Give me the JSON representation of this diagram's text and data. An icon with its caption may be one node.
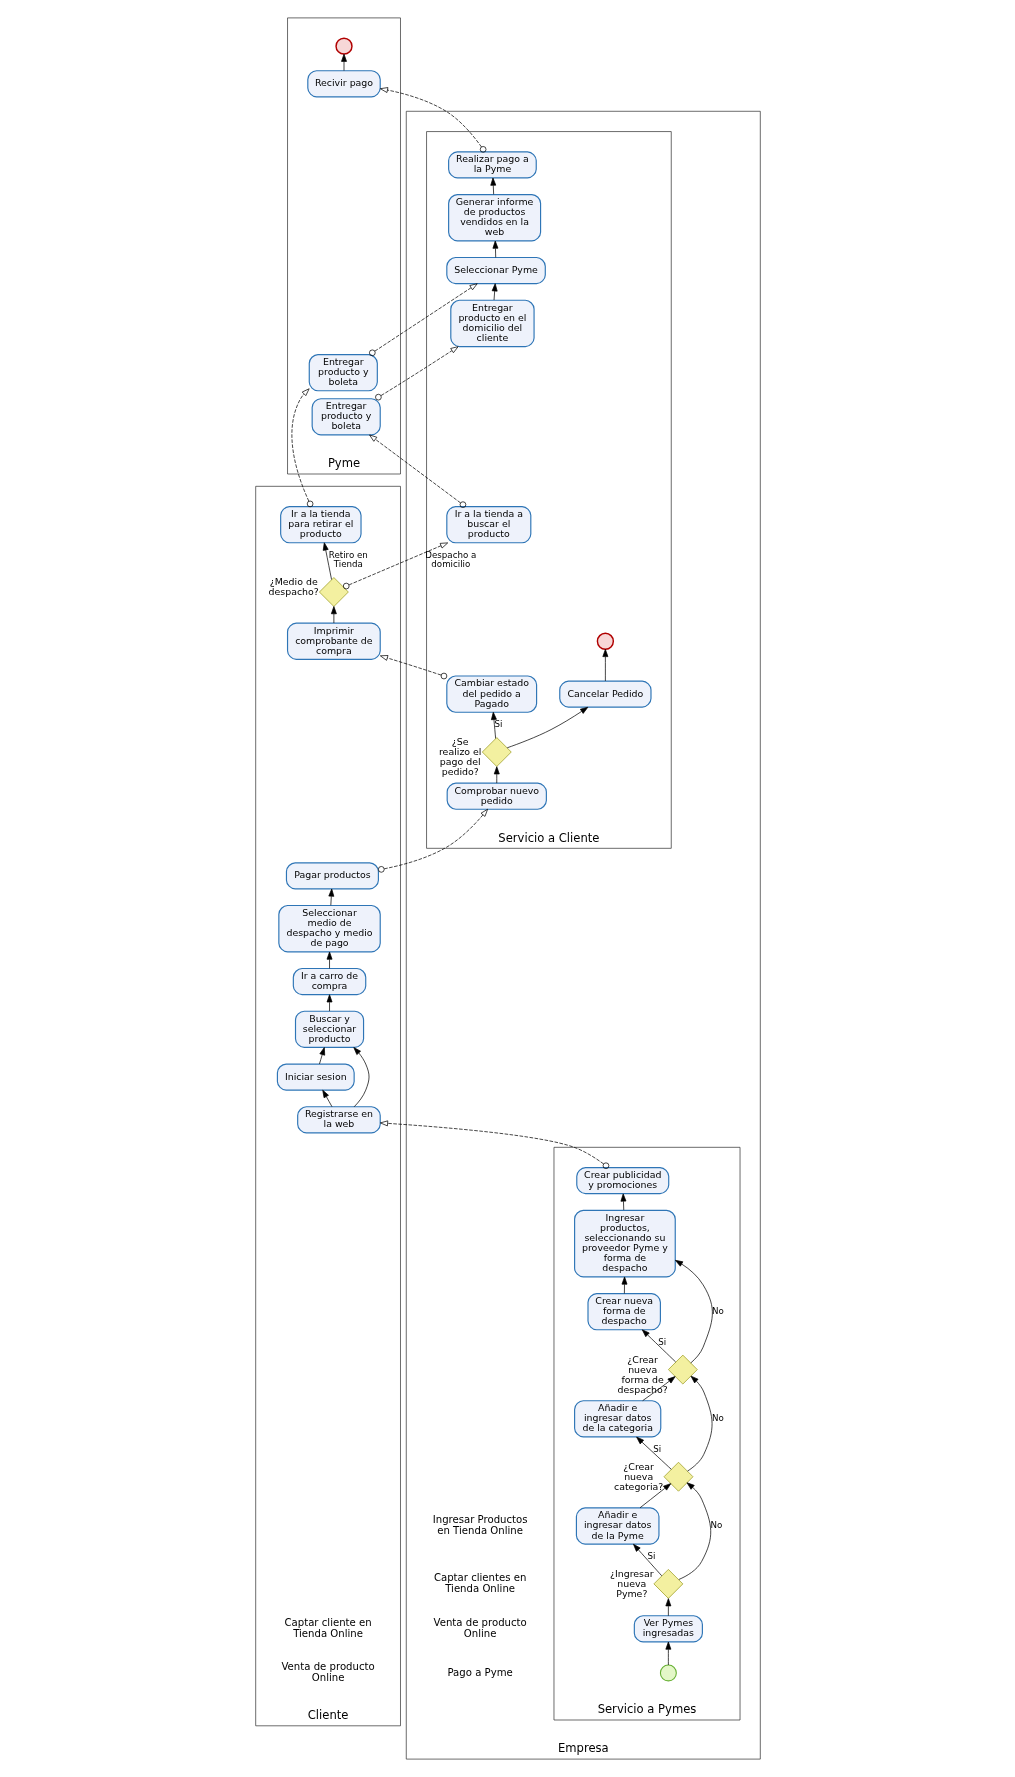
{
  "diagram": {
    "nodes": [
      {
        "text": [
          "Pyme"
        ]
      },
      {
        "text": [
          "Empresa"
        ]
      },
      {
        "text": [
          "Servicio a Pymes"
        ],
        "in": 1
      },
      {
        "text": [
          "Servicio a Cliente"
        ],
        "in": 1
      },
      {
        "text": [
          "Cliente"
        ]
      },
      {
        "text": [],
        "shape": "circle",
        "in": 0
      },
      {
        "text": [
          "Recivir pago"
        ],
        "in": 0
      },
      {
        "text": [
          "Entregar producto y boleta"
        ],
        "in": 0
      },
      {
        "text": [
          "Entregar producto y boleta"
        ],
        "in": 0
      },
      {
        "text": [],
        "shape": "circle",
        "in": 2
      },
      {
        "text": [
          "Ver Pymes ingresadas"
        ],
        "in": 2
      },
      {
        "text": [],
        "shape": "diamond",
        "in": 2,
        "beside": [
          "¿Ingresar nueva Pyme?"
        ]
      },
      {
        "text": [
          "Añadir e ingresar datos de la Pyme"
        ],
        "in": 2
      },
      {
        "text": [],
        "shape": "diamond",
        "in": 2,
        "beside": [
          "¿Crear nueva categoria?"
        ]
      },
      {
        "text": [
          "Añadir e ingresar datos de la categoria"
        ],
        "in": 2
      },
      {
        "text": [],
        "shape": "diamond",
        "in": 2,
        "beside": [
          "¿Crear nueva forma de despacho?"
        ]
      },
      {
        "text": [
          "Crear nueva forma de despacho"
        ],
        "in": 2
      },
      {
        "text": [
          "Ingresar productos, seleccionando su proveedor Pyme y forma de despacho"
        ],
        "in": 2
      },
      {
        "text": [
          "Crear publicidad y promociones"
        ],
        "in": 2
      },
      {
        "text": [
          "Comprobar nuevo pedido"
        ],
        "in": 3
      },
      {
        "text": [],
        "shape": "diamond",
        "in": 3,
        "beside": [
          "¿Se realizo el pago del pedido?"
        ]
      },
      {
        "text": [
          "Cancelar Pedido"
        ],
        "in": 3
      },
      {
        "text": [],
        "shape": "circle",
        "in": 3
      },
      {
        "text": [
          "Cambiar estado del pedido a Pagado"
        ],
        "in": 3
      },
      {
        "text": [
          "Ir a la tienda a buscar el producto"
        ],
        "in": 3
      },
      {
        "text": [
          "Entregar producto en el domicilio del cliente"
        ],
        "in": 3
      },
      {
        "text": [
          "Seleccionar Pyme"
        ],
        "in": 3
      },
      {
        "text": [
          "Generar informe de productos vendidos en la web"
        ],
        "in": 3
      },
      {
        "text": [
          "Realizar pago a la Pyme"
        ],
        "in": 3
      },
      {
        "text": [
          "Registrarse en la web"
        ],
        "in": 4
      },
      {
        "text": [
          "Iniciar sesion"
        ],
        "in": 4
      },
      {
        "text": [
          "Buscar y seleccionar producto"
        ],
        "in": 4
      },
      {
        "text": [
          "Ir a carro de compra"
        ],
        "in": 4
      },
      {
        "text": [
          "Seleccionar medio de despacho y medio de pago"
        ],
        "in": 4
      },
      {
        "text": [
          "Pagar productos"
        ],
        "in": 4
      },
      {
        "text": [
          "Imprimir comprobante de compra"
        ],
        "in": 4
      },
      {
        "text": [],
        "shape": "diamond",
        "in": 4,
        "beside": [
          "¿Medio de despacho?"
        ]
      },
      {
        "text": [
          "Ir a la tienda para retirar el producto"
        ],
        "in": 4
      }
    ],
    "edges": [
      {
        "from": 9,
        "to": 10,
        "arrow": "to"
      },
      {
        "from": 10,
        "to": 11,
        "arrow": "to"
      },
      {
        "from": 11,
        "to": 12,
        "arrow": "to",
        "label": "Si"
      },
      {
        "from": 11,
        "to": 13,
        "arrow": "to",
        "label": "No"
      },
      {
        "from": 12,
        "to": 13,
        "arrow": "to"
      },
      {
        "from": 13,
        "to": 14,
        "arrow": "to",
        "label": "Si"
      },
      {
        "from": 13,
        "to": 15,
        "arrow": "to",
        "label": "No"
      },
      {
        "from": 14,
        "to": 15,
        "arrow": "to"
      },
      {
        "from": 15,
        "to": 16,
        "arrow": "to",
        "label": "Si"
      },
      {
        "from": 15,
        "to": 17,
        "arrow": "to",
        "label": "No"
      },
      {
        "from": 16,
        "to": 17,
        "arrow": "to"
      },
      {
        "from": 17,
        "to": 18,
        "arrow": "to"
      },
      {
        "from": 18,
        "to": 29,
        "arrow": "to",
        "style": "dashed"
      },
      {
        "from": 29,
        "to": 30,
        "arrow": "to"
      },
      {
        "from": 29,
        "to": 31,
        "arrow": "to"
      },
      {
        "from": 30,
        "to": 31,
        "arrow": "to"
      },
      {
        "from": 31,
        "to": 32,
        "arrow": "to"
      },
      {
        "from": 32,
        "to": 33,
        "arrow": "to"
      },
      {
        "from": 33,
        "to": 34,
        "arrow": "to"
      },
      {
        "from": 34,
        "to": 19,
        "arrow": "to",
        "style": "dashed"
      },
      {
        "from": 19,
        "to": 20,
        "arrow": "to"
      },
      {
        "from": 20,
        "to": 21,
        "arrow": "to"
      },
      {
        "from": 20,
        "to": 23,
        "arrow": "to",
        "label": "Si"
      },
      {
        "from": 21,
        "to": 22,
        "arrow": "to"
      },
      {
        "from": 23,
        "to": 35,
        "arrow": "to",
        "style": "dashed"
      },
      {
        "from": 35,
        "to": 36,
        "arrow": "to"
      },
      {
        "from": 36,
        "to": 24,
        "arrow": "to",
        "style": "dashed",
        "label": "Despacho a domicilio"
      },
      {
        "from": 36,
        "to": 37,
        "arrow": "to",
        "label": "Retiro en Tienda"
      },
      {
        "from": 24,
        "to": 8,
        "arrow": "to",
        "style": "dashed"
      },
      {
        "from": 8,
        "to": 25,
        "arrow": "to",
        "style": "dashed"
      },
      {
        "from": 37,
        "to": 7,
        "arrow": "to",
        "style": "dashed"
      },
      {
        "from": 25,
        "to": 26,
        "arrow": "to"
      },
      {
        "from": 7,
        "to": 26,
        "arrow": "to",
        "style": "dashed"
      },
      {
        "from": 26,
        "to": 27,
        "arrow": "to"
      },
      {
        "from": 27,
        "to": 28,
        "arrow": "to"
      },
      {
        "from": 28,
        "to": 6,
        "arrow": "to",
        "style": "dashed"
      },
      {
        "from": 6,
        "to": 5,
        "arrow": "to"
      }
    ],
    "labels": [
      "Pago a Pyme",
      "Venta de producto Online",
      "Captar clientes en Tienda Online",
      "Ingresar Productos en Tienda Online",
      "Venta de producto Online",
      "Captar cliente en Tienda Online"
    ]
  }
}
